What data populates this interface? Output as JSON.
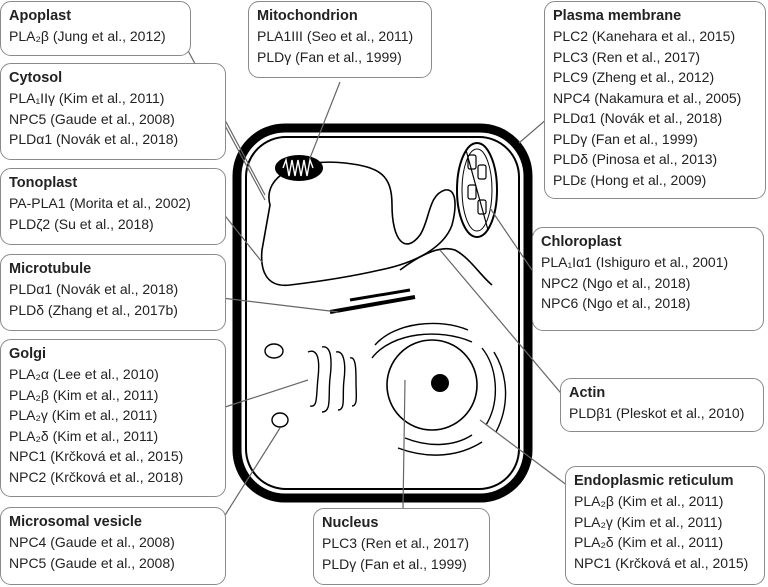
{
  "boxes": [
    {
      "id": "apoplast",
      "title": "Apoplast",
      "entries": [
        {
          "name": "PLA₂β",
          "ref": "(Jung et al., 2012)"
        }
      ]
    },
    {
      "id": "cytosol",
      "title": "Cytosol",
      "entries": [
        {
          "name": "PLA₁IIγ",
          "ref": "(Kim et al., 2011)"
        },
        {
          "name": "NPC5",
          "ref": "(Gaude et al., 2008)"
        },
        {
          "name": "PLDα1",
          "ref": "(Novák et al., 2018)"
        }
      ]
    },
    {
      "id": "tonoplast",
      "title": "Tonoplast",
      "entries": [
        {
          "name": "PA-PLA1",
          "ref": "(Morita et al., 2002)"
        },
        {
          "name": "PLDζ2",
          "ref": "(Su et al., 2018)"
        }
      ]
    },
    {
      "id": "microtubule",
      "title": "Microtubule",
      "entries": [
        {
          "name": "PLDα1",
          "ref": "(Novák et al., 2018)"
        },
        {
          "name": "PLDδ",
          "ref": "(Zhang et al., 2017b)"
        }
      ]
    },
    {
      "id": "golgi",
      "title": "Golgi",
      "entries": [
        {
          "name": "PLA₂α",
          "ref": "(Lee et al., 2010)"
        },
        {
          "name": "PLA₂β",
          "ref": "(Kim et al., 2011)"
        },
        {
          "name": "PLA₂γ",
          "ref": "(Kim et al., 2011)"
        },
        {
          "name": "PLA₂δ",
          "ref": "(Kim et al., 2011)"
        },
        {
          "name": "NPC1",
          "ref": "(Krčková et al., 2015)"
        },
        {
          "name": "NPC2",
          "ref": "(Krčková et al., 2018)"
        }
      ]
    },
    {
      "id": "microsomal",
      "title": "Microsomal vesicle",
      "entries": [
        {
          "name": "NPC4",
          "ref": "(Gaude et al., 2008)"
        },
        {
          "name": "NPC5",
          "ref": "(Gaude et al., 2008)"
        }
      ]
    },
    {
      "id": "mitochondrion",
      "title": "Mitochondrion",
      "entries": [
        {
          "name": "PLA1III",
          "ref": "(Seo et al., 2011)"
        },
        {
          "name": "PLDγ",
          "ref": "(Fan et al., 1999)"
        }
      ]
    },
    {
      "id": "nucleus",
      "title": "Nucleus",
      "entries": [
        {
          "name": "PLC3",
          "ref": "(Ren et al., 2017)"
        },
        {
          "name": "PLDγ",
          "ref": "(Fan et al., 1999)"
        }
      ]
    },
    {
      "id": "plasma",
      "title": "Plasma membrane",
      "entries": [
        {
          "name": "PLC2",
          "ref": "(Kanehara et al., 2015)"
        },
        {
          "name": "PLC3",
          "ref": "(Ren et al., 2017)"
        },
        {
          "name": "PLC9",
          "ref": "(Zheng et al., 2012)"
        },
        {
          "name": "NPC4",
          "ref": "(Nakamura et al., 2005)"
        },
        {
          "name": "PLDα1",
          "ref": "(Novák et al., 2018)"
        },
        {
          "name": "PLDγ",
          "ref": "(Fan et al., 1999)"
        },
        {
          "name": "PLDδ",
          "ref": "(Pinosa et al., 2013)"
        },
        {
          "name": "PLDε",
          "ref": "(Hong et al., 2009)"
        }
      ]
    },
    {
      "id": "chloroplast",
      "title": "Chloroplast",
      "entries": [
        {
          "name": "PLA₁Iα1",
          "ref": "(Ishiguro et al., 2001)"
        },
        {
          "name": "NPC2",
          "ref": "(Ngo et al., 2018)"
        },
        {
          "name": "NPC6",
          "ref": "(Ngo et al., 2018)"
        }
      ]
    },
    {
      "id": "actin",
      "title": "Actin",
      "entries": [
        {
          "name": "PLDβ1",
          "ref": "(Pleskot et al., 2010)"
        }
      ]
    },
    {
      "id": "er",
      "title": "Endoplasmic reticulum",
      "entries": [
        {
          "name": "PLA₂β",
          "ref": "(Kim et al., 2011)"
        },
        {
          "name": "PLA₂γ",
          "ref": "(Kim et al., 2011)"
        },
        {
          "name": "PLA₂δ",
          "ref": "(Kim et al., 2011)"
        },
        {
          "name": "NPC1",
          "ref": "(Krčková et al., 2015)"
        }
      ]
    }
  ]
}
